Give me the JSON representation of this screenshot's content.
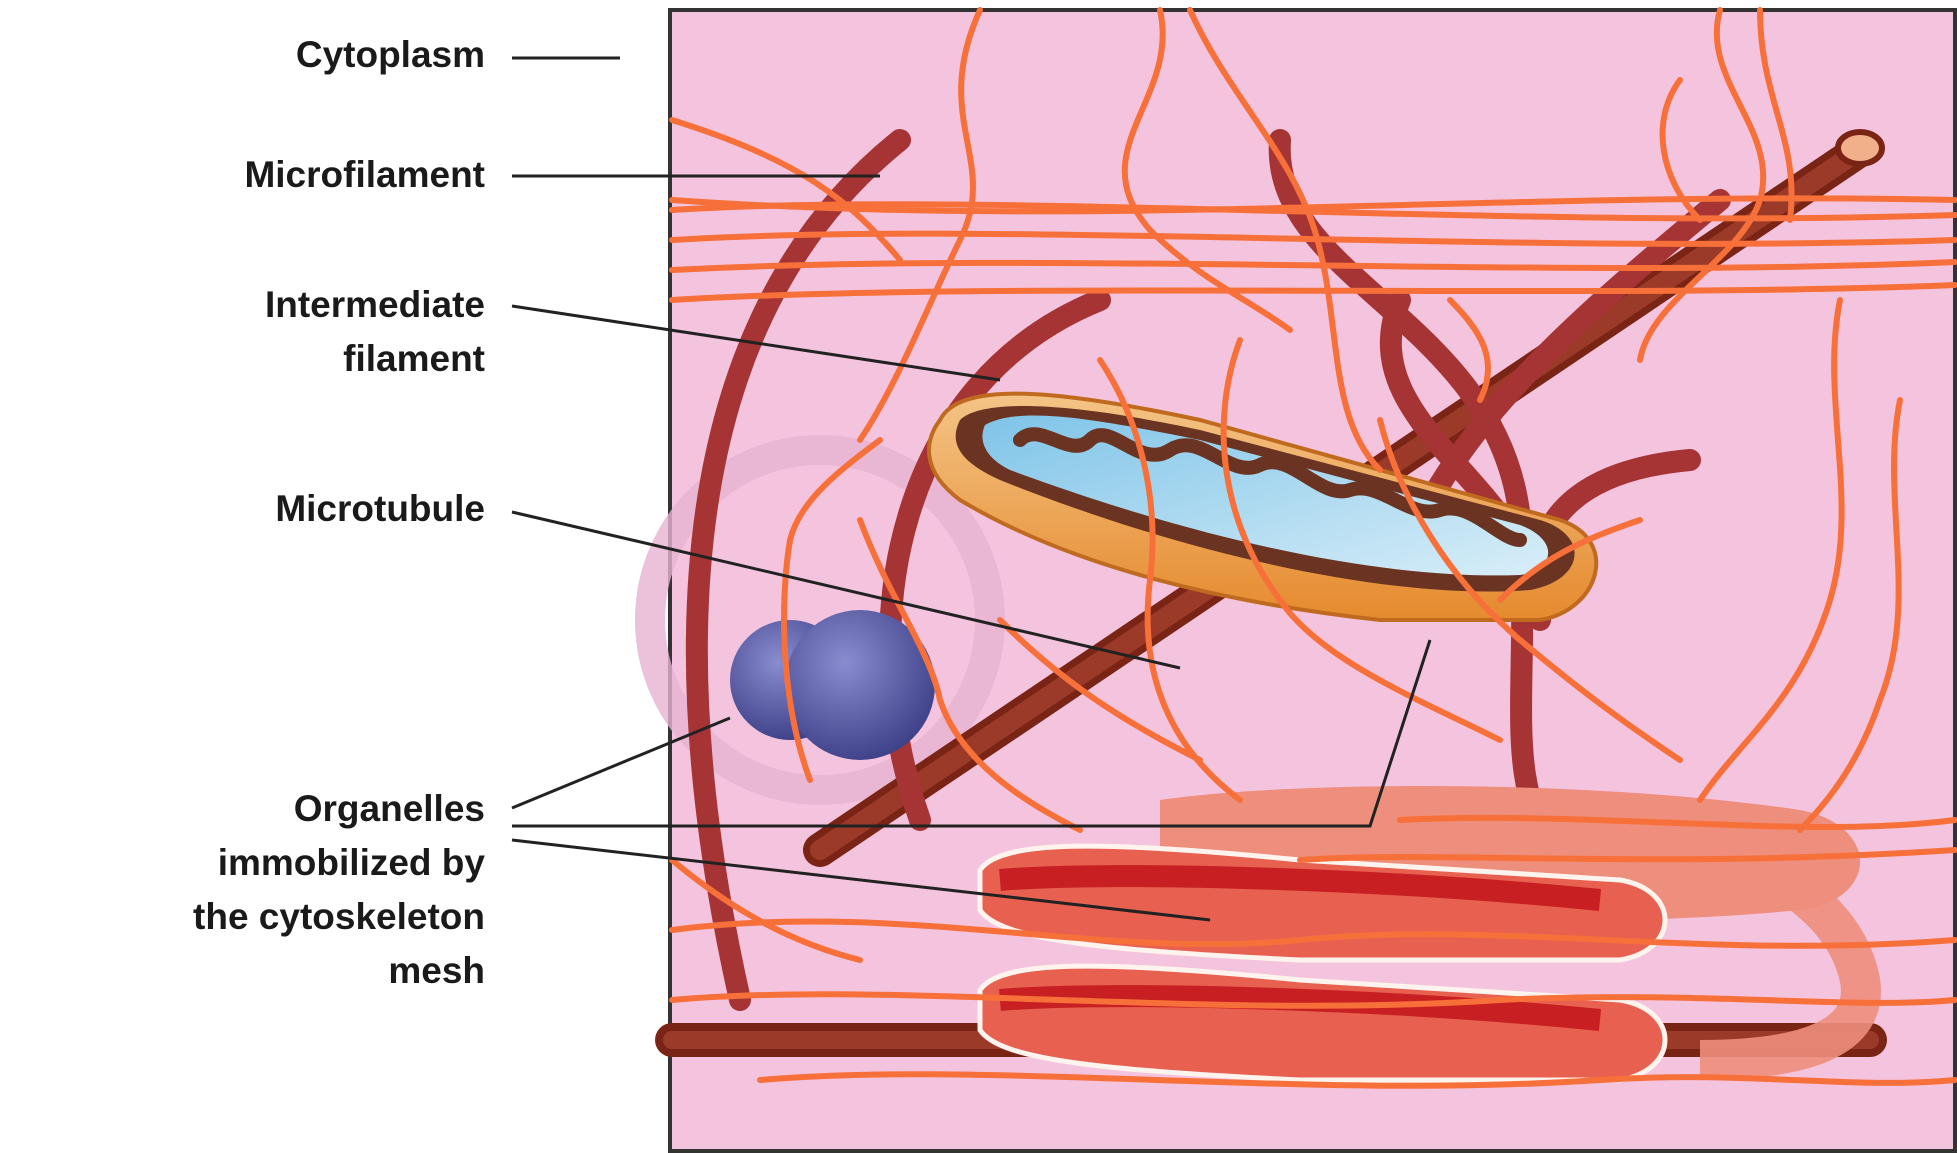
{
  "labels": {
    "cytoplasm": "Cytoplasm",
    "microfilament": "Microfilament",
    "intermediate_line1": "Intermediate",
    "intermediate_line2": "filament",
    "microtubule": "Microtubule",
    "organelles_line1": "Organelles",
    "organelles_line2": "immobilized by",
    "organelles_line3": "the cytoskeleton",
    "organelles_line4": "mesh"
  },
  "colors": {
    "cytoplasm": "#f4c4de",
    "microfilament": "#f7703a",
    "intermediate_filament": "#b5403f",
    "microtubule": "#8a2e1f",
    "mitochondrion": "#f2b25a",
    "sphere_organelle": "#54569c",
    "er": "#ee8e7c",
    "leader_line": "#222222"
  }
}
